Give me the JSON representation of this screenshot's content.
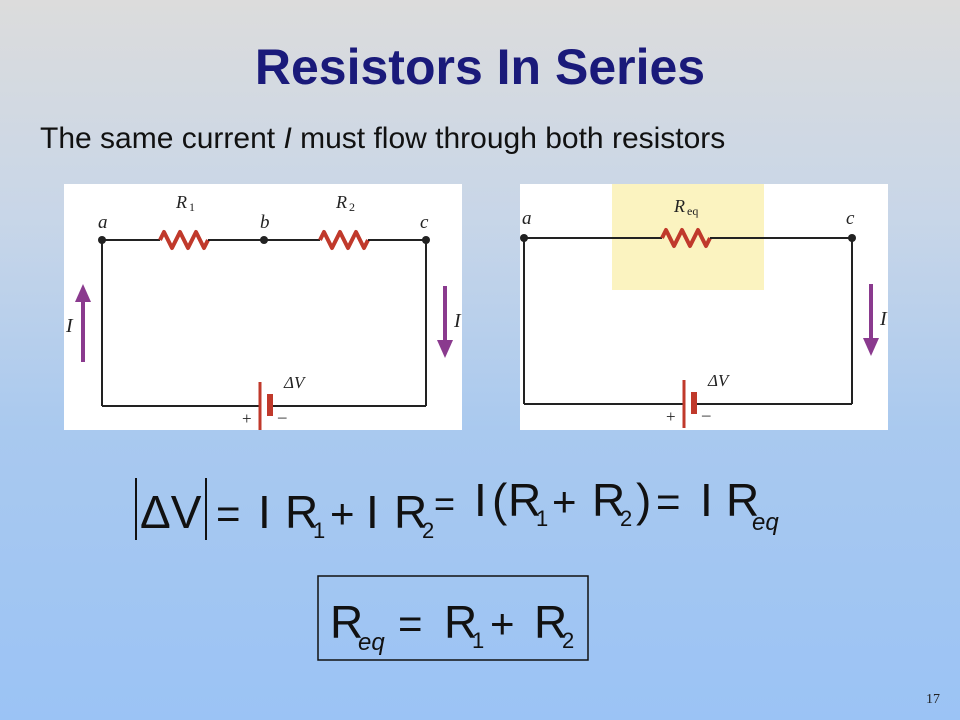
{
  "slide": {
    "title": "Resistors In Series",
    "subtitle": {
      "before": "The same current ",
      "var": "I",
      "after": " must flow through both resistors"
    },
    "page_number": "17"
  },
  "circuit_left": {
    "node_a": "a",
    "node_b": "b",
    "node_c": "c",
    "r1_label": "R",
    "r1_sub": "1",
    "r2_label": "R",
    "r2_sub": "2",
    "current_left": "I",
    "current_right": "I",
    "battery_label": "ΔV",
    "plus": "+",
    "minus": "–"
  },
  "circuit_right": {
    "node_a": "a",
    "node_c": "c",
    "req_label": "R",
    "req_sub": "eq",
    "current_right": "I",
    "battery_label": "ΔV",
    "plus": "+",
    "minus": "–"
  },
  "equation1": {
    "lhs": "ΔV",
    "i": "I",
    "r": "R",
    "sub1": "1",
    "sub2": "2",
    "subeq": "eq",
    "eq": "=",
    "plus": "+",
    "lparen": "(",
    "rparen": ")"
  },
  "equation2": {
    "r": "R",
    "subeq": "eq",
    "sub1": "1",
    "sub2": "2",
    "eq": "=",
    "plus": "+"
  },
  "colors": {
    "title": "#1a1a7a",
    "arrow": "#8a3a8e",
    "resistor": "#c0392b",
    "highlight": "#fbf3c0"
  }
}
